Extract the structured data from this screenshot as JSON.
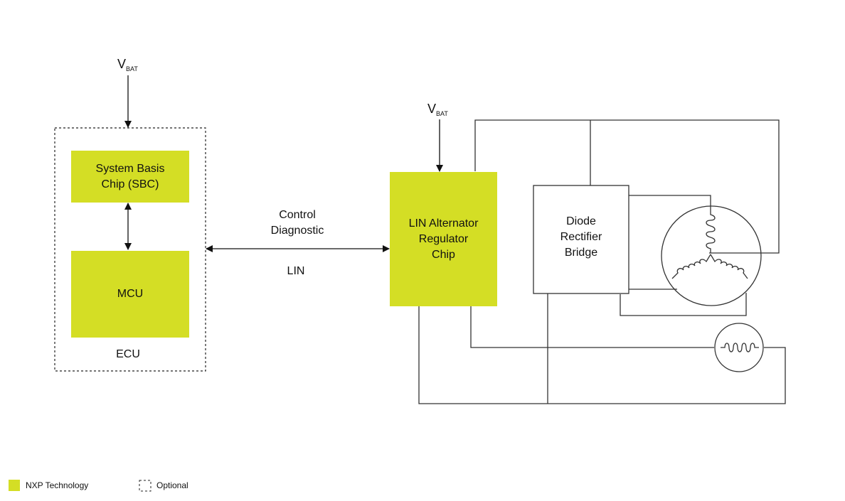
{
  "diagram": {
    "vbat_left": {
      "main": "V",
      "sub": "BAT"
    },
    "vbat_right": {
      "main": "V",
      "sub": "BAT"
    },
    "sbc_label": "System Basis Chip (SBC)",
    "sbc_line1": "System Basis",
    "sbc_line2": "Chip (SBC)",
    "mcu_label": "MCU",
    "ecu_label": "ECU",
    "link_top_line1": "Control",
    "link_top_line2": "Diagnostic",
    "link_bottom": "LIN",
    "lin_chip_line1": "LIN Alternator",
    "lin_chip_line2": "Regulator",
    "lin_chip_line3": "Chip",
    "rectifier_line1": "Diode",
    "rectifier_line2": "Rectifier",
    "rectifier_line3": "Bridge"
  },
  "legend": {
    "nxp_label": "NXP Technology",
    "optional_label": "Optional"
  },
  "colors": {
    "nxp": "#d4de25",
    "line": "#333333"
  }
}
